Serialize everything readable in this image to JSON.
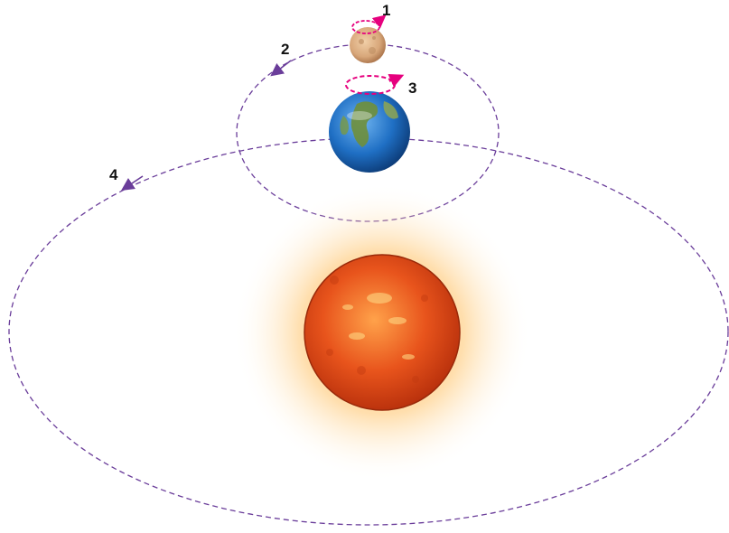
{
  "labels": {
    "moon_rotation": "1",
    "moon_orbit": "2",
    "earth_rotation": "3",
    "earth_orbit": "4"
  },
  "colors": {
    "orbit_path": "#6a3d9a",
    "rotation_arrow": "#e6007e",
    "sun_core": "#e8541c",
    "sun_glow": "#ffb347",
    "earth_ocean": "#1f6fc4",
    "earth_land": "#6f8f3a",
    "moon": "#d8a77a"
  },
  "icons": {
    "sun": "sun-icon",
    "earth": "earth-icon",
    "moon": "moon-icon"
  }
}
